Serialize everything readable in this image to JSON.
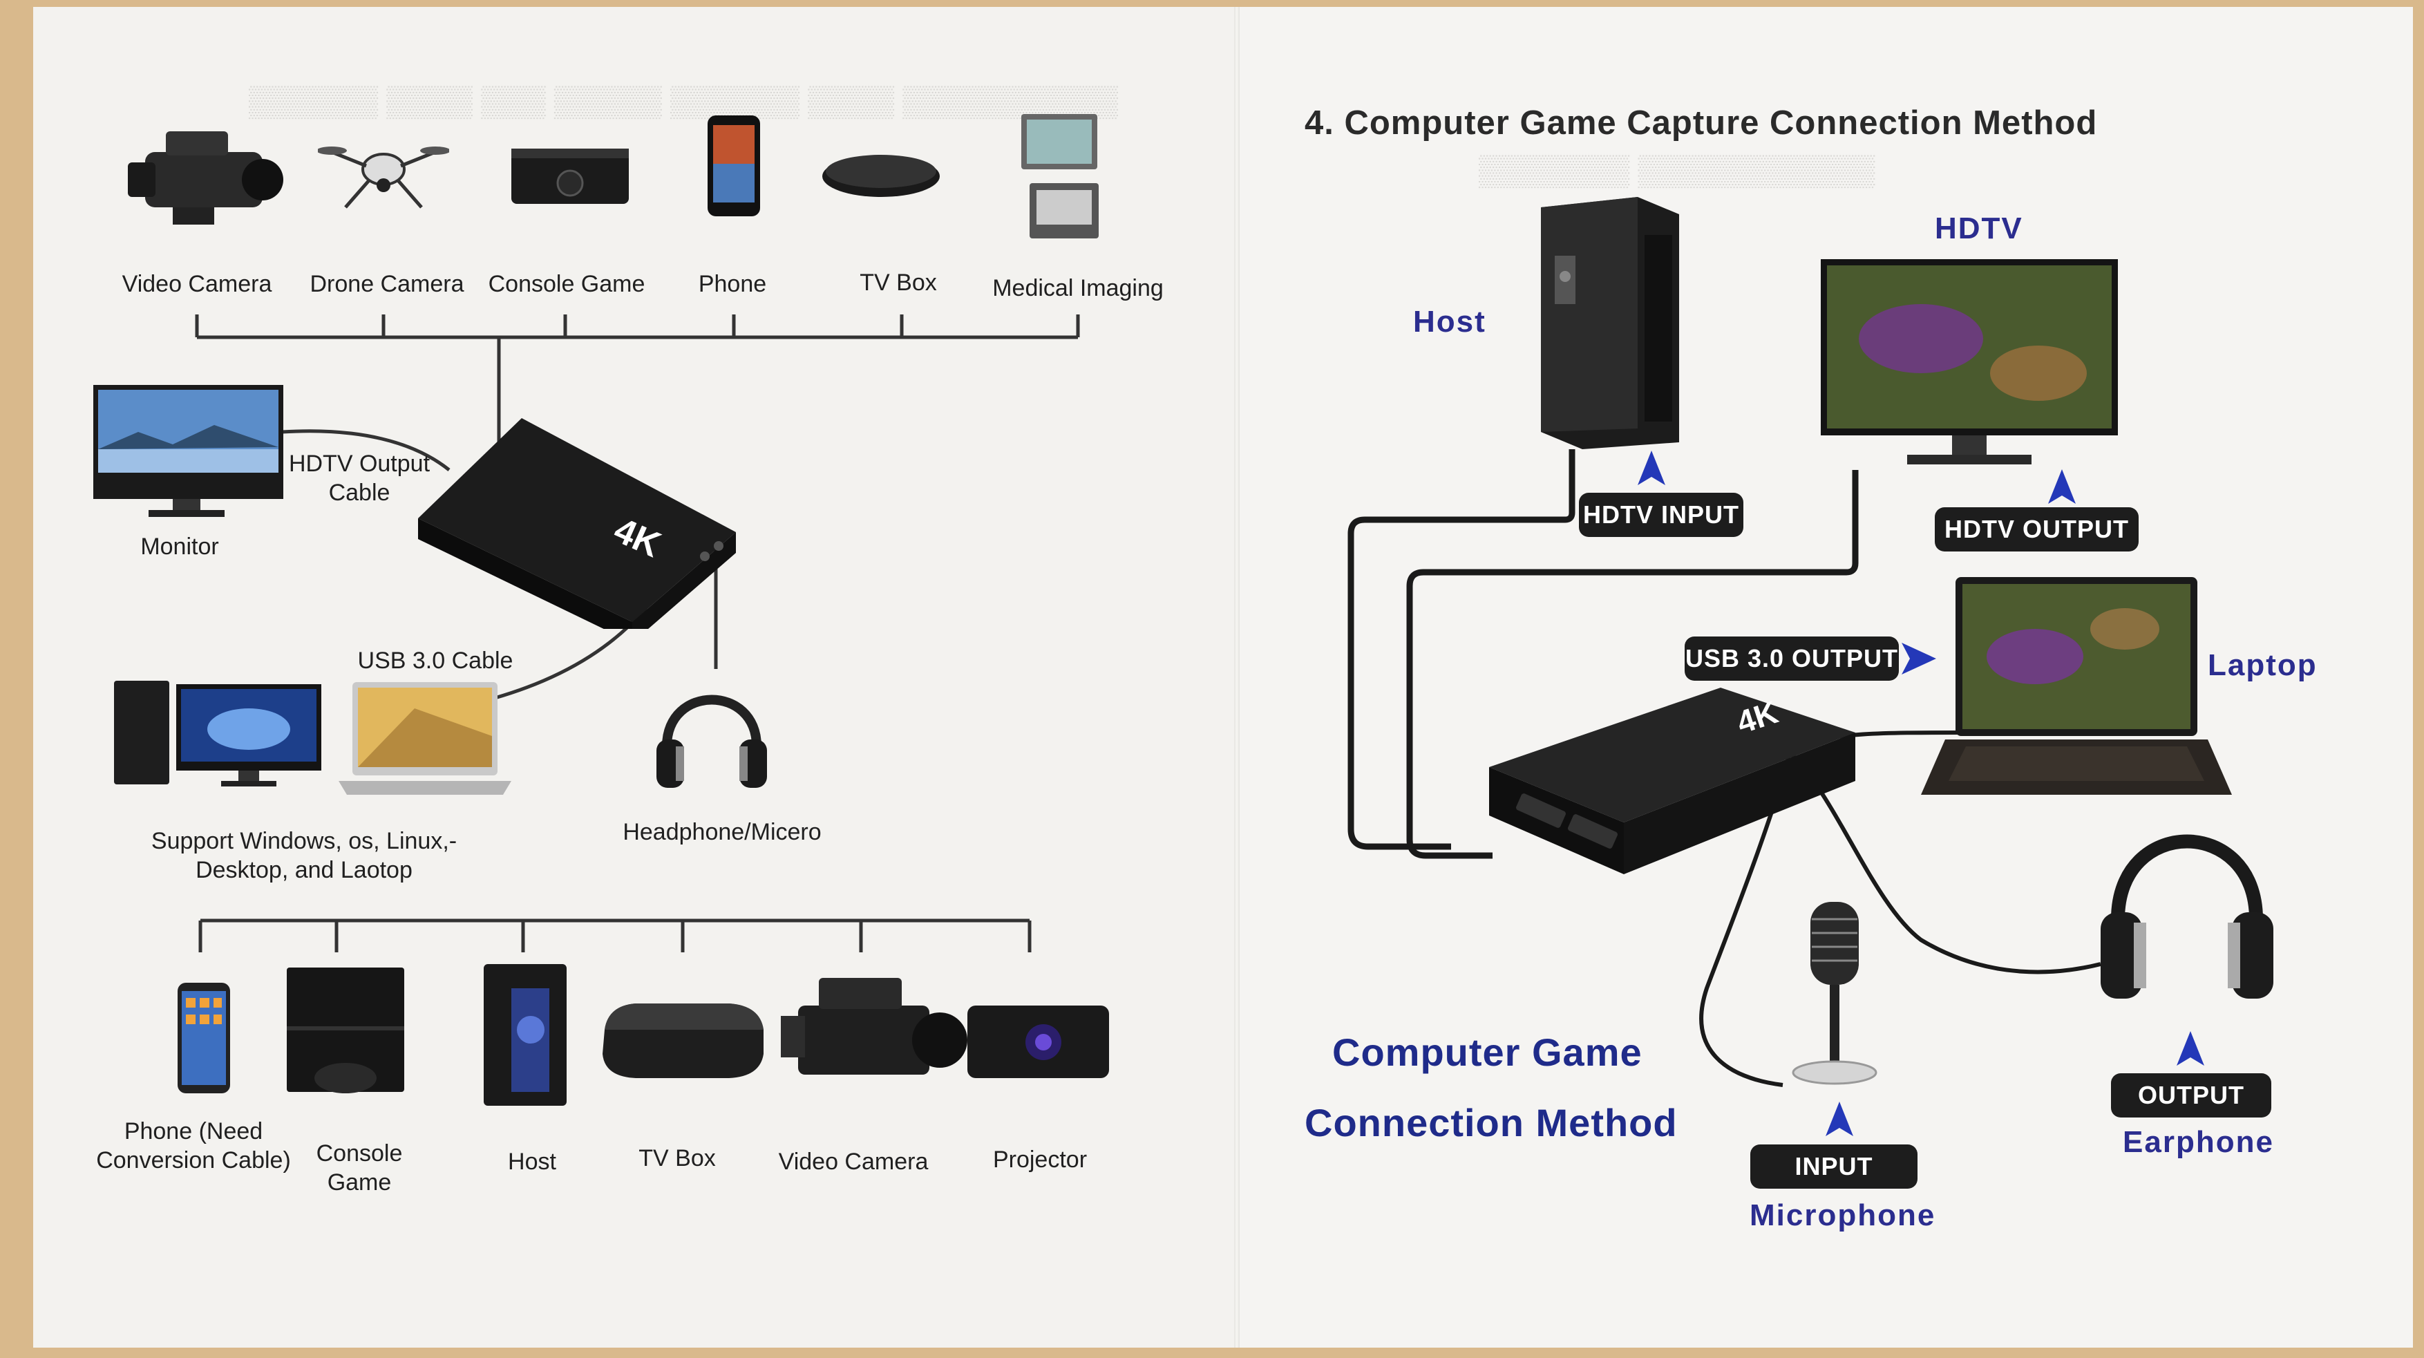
{
  "left_page": {
    "top_sources": [
      {
        "label": "Video Camera",
        "icon": "video-camera-icon"
      },
      {
        "label": "Drone Camera",
        "icon": "drone-icon"
      },
      {
        "label": "Console Game",
        "icon": "console-icon"
      },
      {
        "label": "Phone",
        "icon": "phone-icon"
      },
      {
        "label": "TV Box",
        "icon": "tv-box-icon"
      },
      {
        "label": "Medical Imaging",
        "icon": "medical-imaging-icon"
      }
    ],
    "monitor_label": "Monitor",
    "hdtv_cable_label": "HDTV Output Cable",
    "usb_cable_label": "USB 3.0 Cable",
    "computers_label": "Support Windows, os, Linux,- Desktop, and Laotop",
    "headphone_label": "Headphone/Micero",
    "capture_card_text": "4K",
    "bottom_sources": [
      {
        "label": "Phone (Need Conversion Cable)",
        "icon": "smartphone-icon"
      },
      {
        "label": "Console Game",
        "icon": "playstation-icon"
      },
      {
        "label": "Host",
        "icon": "pc-tower-icon"
      },
      {
        "label": "TV Box",
        "icon": "tv-box-icon"
      },
      {
        "label": "Video Camera",
        "icon": "camcorder-icon"
      },
      {
        "label": "Projector",
        "icon": "projector-icon"
      }
    ]
  },
  "right_page": {
    "title": "4. Computer Game Capture Connection Method",
    "host_label": "Host",
    "hdtv_label": "HDTV",
    "hdtv_input_label": "HDTV INPUT",
    "hdtv_output_label": "HDTV OUTPUT",
    "usb_output_label": "USB 3.0 OUTPUT",
    "laptop_label": "Laptop",
    "method_line1": "Computer Game",
    "method_line2": "Connection Method",
    "input_label": "INPUT",
    "microphone_label": "Microphone",
    "output_label": "OUTPUT",
    "earphone_label": "Earphone",
    "capture_card_text": "4K"
  },
  "colors": {
    "accent_blue": "#2b2d8f",
    "pill_black": "#1d1d1d",
    "paper": "#f4f3f0",
    "table_wood": "#d9b98c"
  }
}
